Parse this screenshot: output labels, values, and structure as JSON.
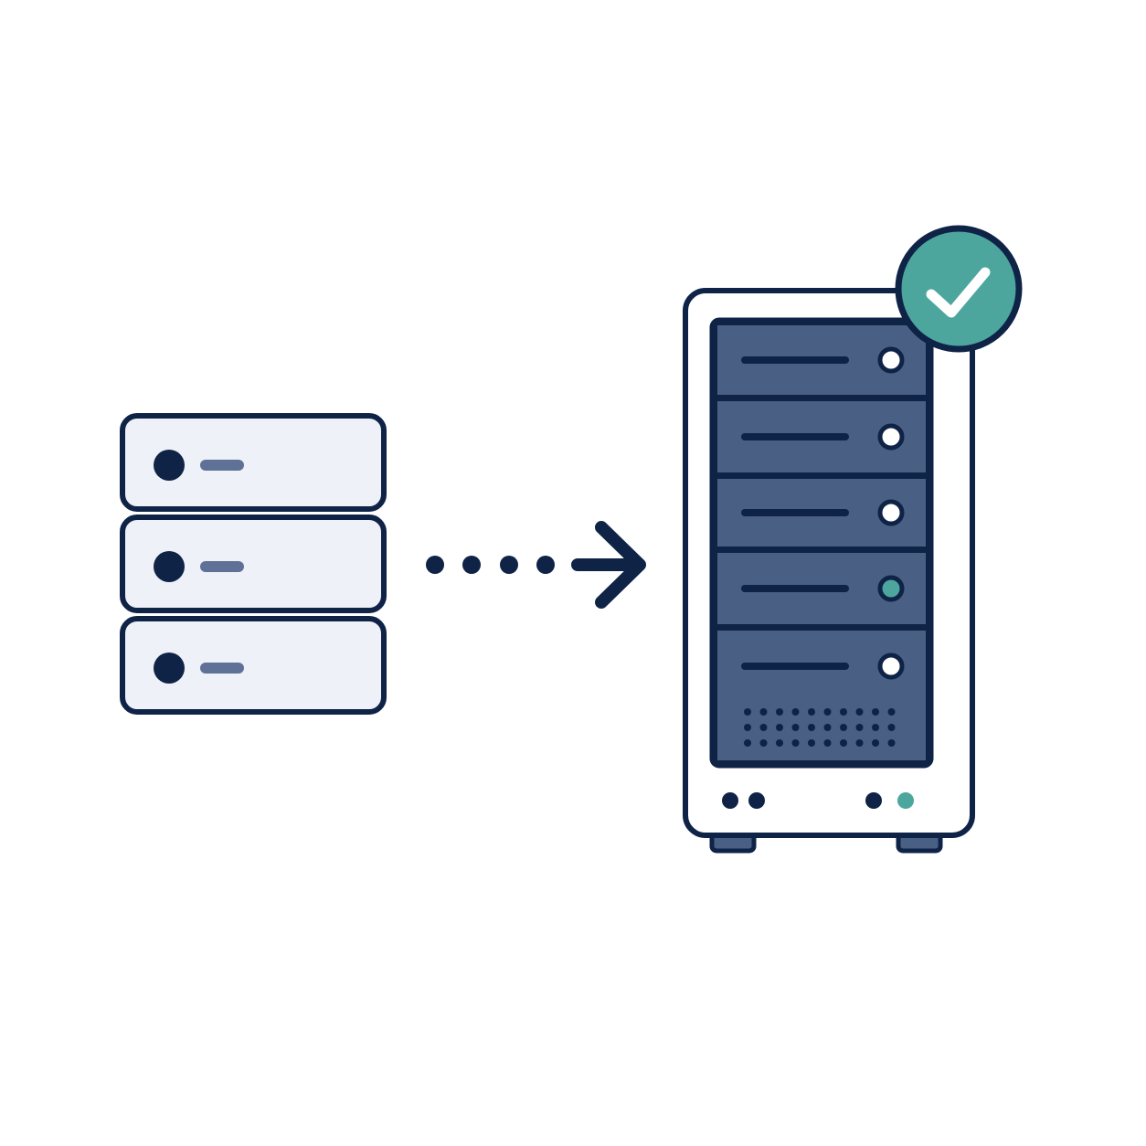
{
  "colors": {
    "outline": "#0f2347",
    "rack_fill": "#4a5f84",
    "drive_fill": "#eef1f7",
    "drive_dash": "#5f7196",
    "tower_fill": "#ffffff",
    "accent": "#4da69e",
    "background": "#ffffff"
  },
  "source": {
    "icon": "server-stack-icon",
    "units": [
      {
        "indicator": "on"
      },
      {
        "indicator": "on"
      },
      {
        "indicator": "on"
      }
    ]
  },
  "transfer": {
    "icon": "dotted-arrow-right-icon",
    "dots": 4
  },
  "destination": {
    "icon": "server-tower-icon",
    "bays": [
      {
        "led": "white"
      },
      {
        "led": "white"
      },
      {
        "led": "white"
      },
      {
        "led": "green"
      },
      {
        "led": "white",
        "vent": true
      }
    ],
    "status_badge": {
      "icon": "checkmark-icon",
      "state": "success"
    }
  }
}
